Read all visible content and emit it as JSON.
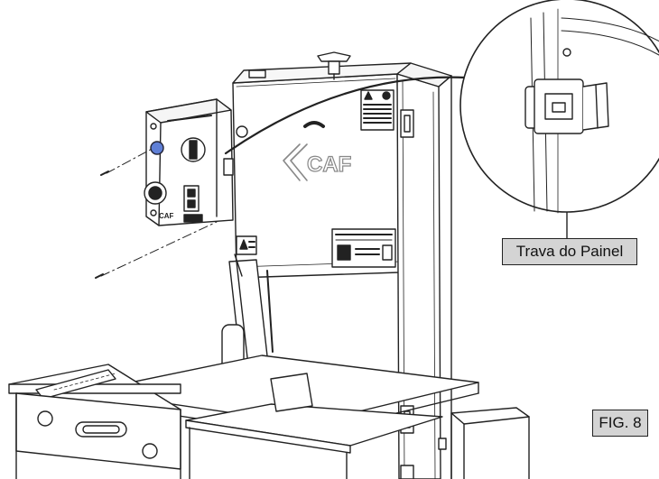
{
  "diagram": {
    "brand_logo": "CAF",
    "panel_logo": "CAF",
    "callout_label": "Trava do Painel",
    "figure_label": "FIG. 8"
  }
}
